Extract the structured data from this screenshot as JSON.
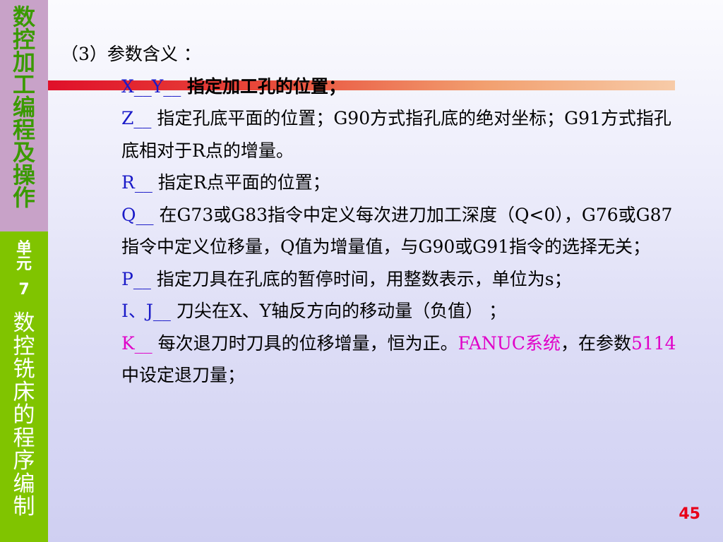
{
  "sidebar": {
    "course_title": "数控加工编程及操作",
    "unit_label": "单元",
    "unit_number": "7",
    "unit_title": "数控铣床的程序编制"
  },
  "heading": "（3）参数含义 ：",
  "params": [
    {
      "key": "X__Y__",
      "text": " 指定加工孔的位置；"
    },
    {
      "key": "Z__",
      "text": " 指定孔底平面的位置；G90方式指孔底的绝对坐标；G91方式指孔底相对于R点的增量。"
    },
    {
      "key": "R__",
      "text": " 指定R点平面的位置；"
    },
    {
      "key": "Q__",
      "text": " 在G73或G83指令中定义每次进刀加工深度（Q<0），G76或G87指令中定义位移量，Q值为增量值，与G90或G91指令的选择无关；"
    },
    {
      "key": "P__",
      "text": " 指定刀具在孔底的暂停时间，用整数表示，单位为s；"
    },
    {
      "key": "I、J__",
      "text": " 刀尖在X、Y轴反方向的移动量（负值） ；"
    }
  ],
  "k_param": {
    "key": "K__",
    "text1": " 每次退刀时刀具的位移增量，恒为正。",
    "system": "FANUC系统",
    "text2": "，在参数",
    "param_no": "5114",
    "text3": " 中设定退刀量；"
  },
  "page_number": "45",
  "colors": {
    "key_blue": "#1a1ac8",
    "highlight_magenta": "#e000c8",
    "sidebar_top": "#c8a2c8",
    "sidebar_bottom": "#80c400",
    "page_number": "#e8001a"
  }
}
